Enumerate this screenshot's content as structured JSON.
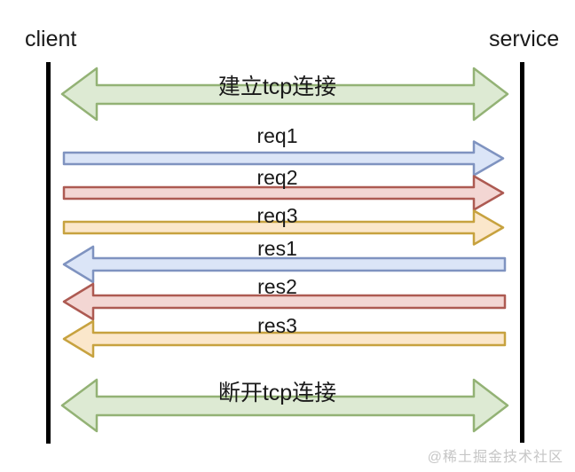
{
  "diagram": {
    "type": "sequence-diagram",
    "left_actor": "client",
    "right_actor": "service",
    "arrows": [
      {
        "id": "establish-tcp",
        "label": "建立tcp连接",
        "direction": "both",
        "color_key": "green"
      },
      {
        "id": "req1",
        "label": "req1",
        "direction": "right",
        "color_key": "blue"
      },
      {
        "id": "req2",
        "label": "req2",
        "direction": "right",
        "color_key": "red"
      },
      {
        "id": "req3",
        "label": "req3",
        "direction": "right",
        "color_key": "orange"
      },
      {
        "id": "res1",
        "label": "res1",
        "direction": "left",
        "color_key": "blue"
      },
      {
        "id": "res2",
        "label": "res2",
        "direction": "left",
        "color_key": "red"
      },
      {
        "id": "res3",
        "label": "res3",
        "direction": "left",
        "color_key": "orange"
      },
      {
        "id": "close-tcp",
        "label": "断开tcp连接",
        "direction": "both",
        "color_key": "green"
      }
    ],
    "colors": {
      "green": {
        "fill": "#ddead3",
        "stroke": "#93b275"
      },
      "blue": {
        "fill": "#dbe5f7",
        "stroke": "#7f93c0"
      },
      "red": {
        "fill": "#f3d6d3",
        "stroke": "#ad5a52"
      },
      "orange": {
        "fill": "#fbe7cb",
        "stroke": "#c7a23f"
      },
      "lifeline": "#000000",
      "text": "#1a1a1a",
      "watermark": "#c6c6c6",
      "background": "#ffffff"
    },
    "watermark": "@稀土掘金技术社区"
  }
}
